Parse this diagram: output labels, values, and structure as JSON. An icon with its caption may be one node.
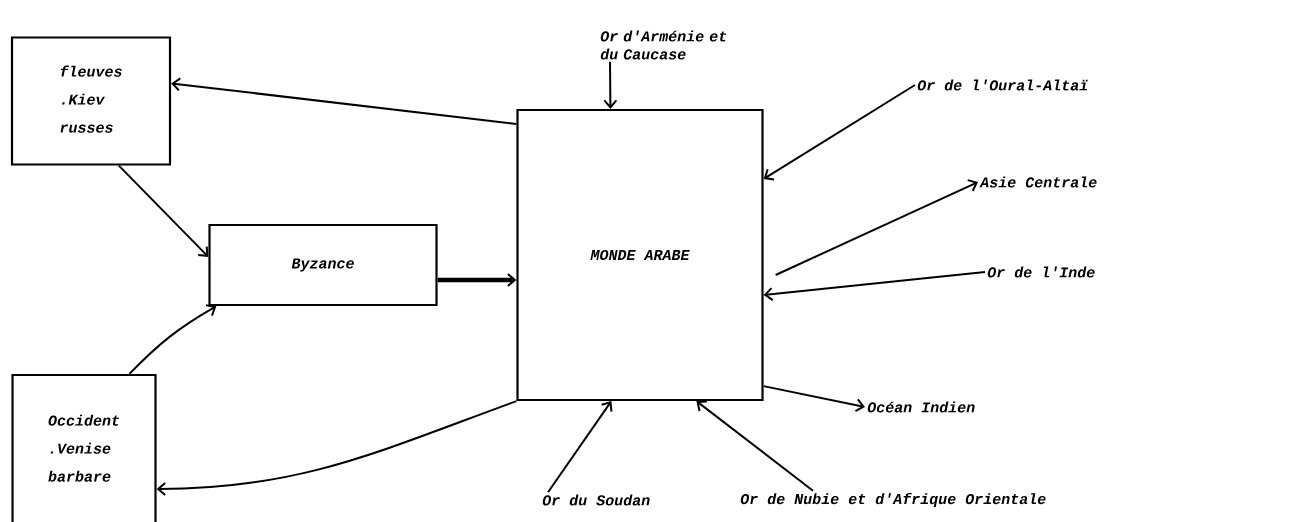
{
  "diagram": {
    "nodes": [
      {
        "text": [
          "fleuves",
          ".Kiev",
          "russes"
        ]
      },
      {
        "text": [
          "Byzance"
        ]
      },
      {
        "text": [
          "Occident",
          ".Venise",
          "barbare"
        ]
      },
      {
        "text": [
          "MONDE ARABE"
        ]
      },
      {
        "text": [
          "Or d'Arménie et du Caucase"
        ]
      },
      {
        "text": [
          "Or de l'Oural-Altaï"
        ]
      },
      {
        "text": [
          "Asie Centrale"
        ]
      },
      {
        "text": [
          "Or de l'Inde"
        ]
      },
      {
        "text": [
          "Océan Indien"
        ]
      },
      {
        "text": [
          "Or du Soudan"
        ]
      },
      {
        "text": [
          "Or de Nubie et d'Afrique Orientale"
        ]
      }
    ],
    "edges": [
      {
        "from": 3,
        "to": 0,
        "arrow": "to"
      },
      {
        "from": 0,
        "to": 1,
        "arrow": "to"
      },
      {
        "from": 2,
        "to": 1,
        "arrow": "to"
      },
      {
        "from": 1,
        "to": 3,
        "arrow": "to",
        "style": "thick"
      },
      {
        "from": 3,
        "to": 2,
        "arrow": "to"
      },
      {
        "from": 4,
        "to": 3,
        "arrow": "to"
      },
      {
        "from": 5,
        "to": 3,
        "arrow": "to"
      },
      {
        "from": 3,
        "to": 6,
        "arrow": "to"
      },
      {
        "from": 7,
        "to": 3,
        "arrow": "to"
      },
      {
        "from": 3,
        "to": 8,
        "arrow": "to"
      },
      {
        "from": 9,
        "to": 3,
        "arrow": "to"
      },
      {
        "from": 10,
        "to": 3,
        "arrow": "to"
      }
    ]
  }
}
